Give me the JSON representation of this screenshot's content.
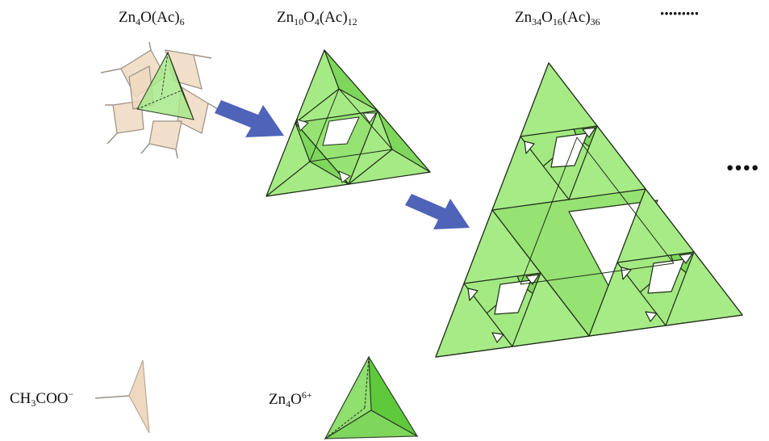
{
  "labels": {
    "formula1": {
      "base": "Zn",
      "s1": "4",
      "mid": "O(Ac)",
      "s2": "6"
    },
    "formula2": {
      "base": "Zn",
      "s1": "10",
      "mid1": "O",
      "s2": "4",
      "mid2": "(Ac)",
      "s3": "12"
    },
    "formula3": {
      "base": "Zn",
      "s1": "34",
      "mid1": "O",
      "s2": "16",
      "mid2": "(Ac)",
      "s3": "36"
    },
    "ellipsis_top": "·········",
    "ellipsis_right": "····",
    "acetate": {
      "a": "CH",
      "s1": "3",
      "b": "COO",
      "sup": "−"
    },
    "zn4o": {
      "a": "Zn",
      "s1": "4",
      "b": "O",
      "sup": "6+"
    }
  },
  "colors": {
    "green_fill": "#8ee06a",
    "green_light": "#a9ec8a",
    "green_dark": "#5cc23a",
    "edge": "#1f2d1a",
    "acetate_fill": "#eed9c0",
    "acetate_edge": "#9a9088",
    "arrow": "#4f63b8"
  }
}
